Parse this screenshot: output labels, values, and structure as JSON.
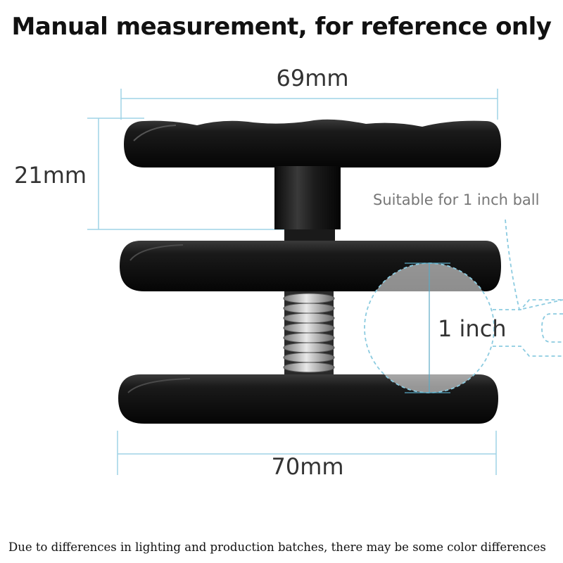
{
  "headline": "Manual measurement, for reference only",
  "dimensions": {
    "top_width": "69mm",
    "bottom_width": "70mm",
    "height": "21mm",
    "ball_size": "1 inch"
  },
  "ball_note": "Suitable for 1 inch ball",
  "footnote": "Due to differences in lighting and production batches, there may be some color differences",
  "colors": {
    "dimension_line": "#9fd3e6",
    "clamp_body": "#141414",
    "spring": "#b8b8b8"
  },
  "icons": [
    "ball-clamp-photo",
    "spring-icon",
    "ball-mount-outline-icon"
  ]
}
